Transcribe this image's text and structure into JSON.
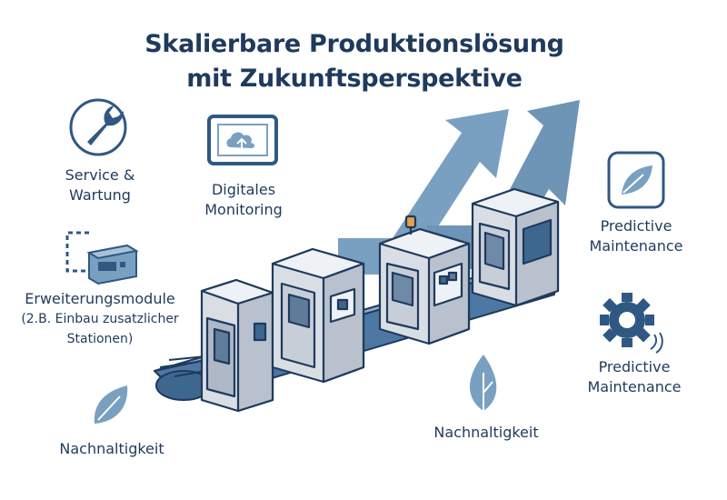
{
  "title": {
    "line1": "Skalierbare Produktionslösung",
    "line2": "mit Zukunftsperspektive"
  },
  "features": {
    "service": {
      "line1": "Service &",
      "line2": "Wartung",
      "icon": "wrench-icon"
    },
    "monitoring": {
      "line1": "Digitales",
      "line2": "Monitoring",
      "icon": "monitor-cloud-icon"
    },
    "modules": {
      "line1": "Erweiterungsmodule",
      "line2": "(2.B. Einbau zusatzlicher",
      "line3": "Stationen)",
      "icon": "expansion-module-icon"
    },
    "predictive_top": {
      "line1": "Predictive",
      "line2": "Maintenance",
      "icon": "leaf-icon"
    },
    "predictive_bottom": {
      "line1": "Predictive",
      "line2": "Maintenance",
      "icon": "gear-icon"
    },
    "sustain_left": {
      "label": "Nachnaltigkeit",
      "icon": "leaf-icon"
    },
    "sustain_center": {
      "label": "Nachnaltigkeit",
      "icon": "leaf-icon"
    }
  },
  "colors": {
    "navy": "#1f3a5c",
    "icon_blue": "#2f5883",
    "arrow_blue": "#6e94b6",
    "machine_grey": "#d9dee5",
    "conveyor": "#3e6790"
  }
}
